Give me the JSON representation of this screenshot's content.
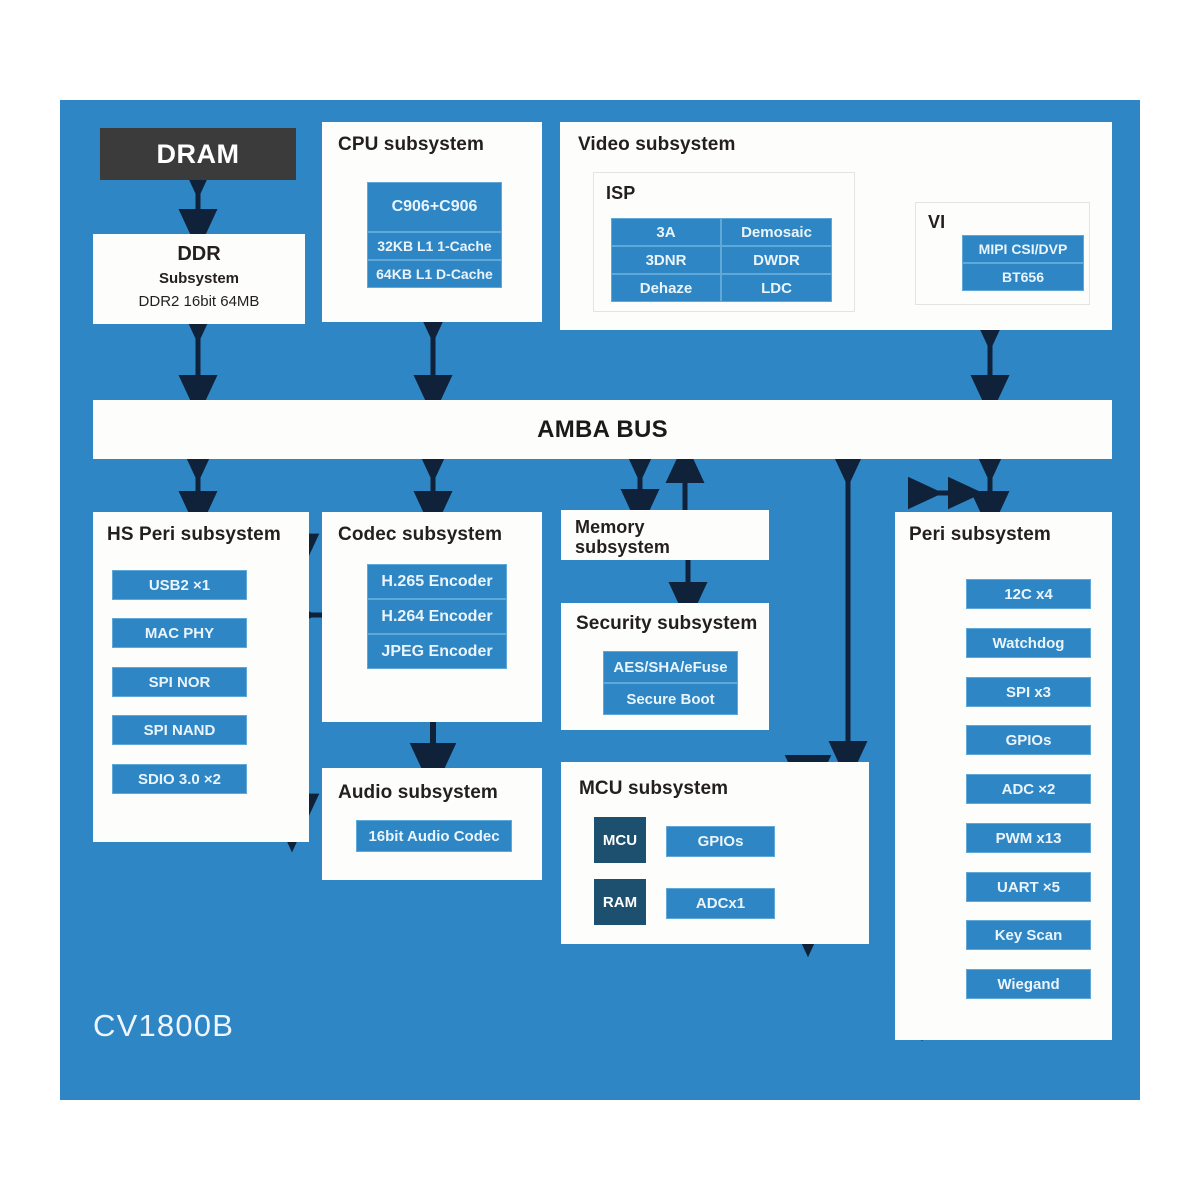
{
  "diagram": {
    "soc_name": "CV1800B",
    "bus": {
      "label": "AMBA BUS"
    },
    "dram": {
      "label": "DRAM"
    },
    "ddr": {
      "title": "DDR",
      "subtitle": "Subsystem",
      "detail": "DDR2 16bit 64MB"
    },
    "cpu": {
      "title": "CPU subsystem",
      "blocks": [
        {
          "label": "C906+C906"
        },
        {
          "label": "32KB L1 1-Cache"
        },
        {
          "label": "64KB L1 D-Cache"
        }
      ]
    },
    "video": {
      "title": "Video subsystem",
      "isp": {
        "title": "ISP",
        "cells": [
          [
            "3A",
            "Demosaic"
          ],
          [
            "3DNR",
            "DWDR"
          ],
          [
            "Dehaze",
            "LDC"
          ]
        ]
      },
      "vi": {
        "title": "VI",
        "blocks": [
          {
            "label": "MIPI CSI/DVP"
          },
          {
            "label": "BT656"
          }
        ]
      }
    },
    "hs_peri": {
      "title": "HS Peri subsystem",
      "blocks": [
        {
          "label": "USB2 ×1"
        },
        {
          "label": "MAC PHY"
        },
        {
          "label": "SPI NOR"
        },
        {
          "label": "SPI NAND"
        },
        {
          "label": "SDIO 3.0 ×2"
        }
      ]
    },
    "codec": {
      "title": "Codec subsystem",
      "blocks": [
        {
          "label": "H.265 Encoder"
        },
        {
          "label": "H.264 Encoder"
        },
        {
          "label": "JPEG Encoder"
        }
      ]
    },
    "audio": {
      "title": "Audio subsystem",
      "blocks": [
        {
          "label": "16bit Audio Codec"
        }
      ]
    },
    "memory": {
      "title_line1": "Memory",
      "title_line2": "subsystem"
    },
    "security": {
      "title": "Security subsystem",
      "blocks": [
        {
          "label": "AES/SHA/eFuse"
        },
        {
          "label": "Secure Boot"
        }
      ]
    },
    "mcu": {
      "title": "MCU subsystem",
      "core_blocks": [
        {
          "label": "MCU"
        },
        {
          "label": "RAM"
        }
      ],
      "io_blocks": [
        {
          "label": "GPIOs"
        },
        {
          "label": "ADCx1"
        }
      ]
    },
    "peri": {
      "title": "Peri subsystem",
      "blocks": [
        {
          "label": "12C x4"
        },
        {
          "label": "Watchdog"
        },
        {
          "label": "SPI x3"
        },
        {
          "label": "GPIOs"
        },
        {
          "label": "ADC ×2"
        },
        {
          "label": "PWM x13"
        },
        {
          "label": "UART ×5"
        },
        {
          "label": "Key Scan"
        },
        {
          "label": "Wiegand"
        }
      ]
    },
    "colors": {
      "canvas_blue": "#2e86c5",
      "block_blue": "#2e86c5",
      "panel_white": "#fdfdfb",
      "dram_gray": "#3b3b3b",
      "mcu_navy": "#1d4f6e",
      "arrow_black": "#10223a",
      "text_dark": "#231f20",
      "text_light": "#eaf4fb"
    }
  }
}
